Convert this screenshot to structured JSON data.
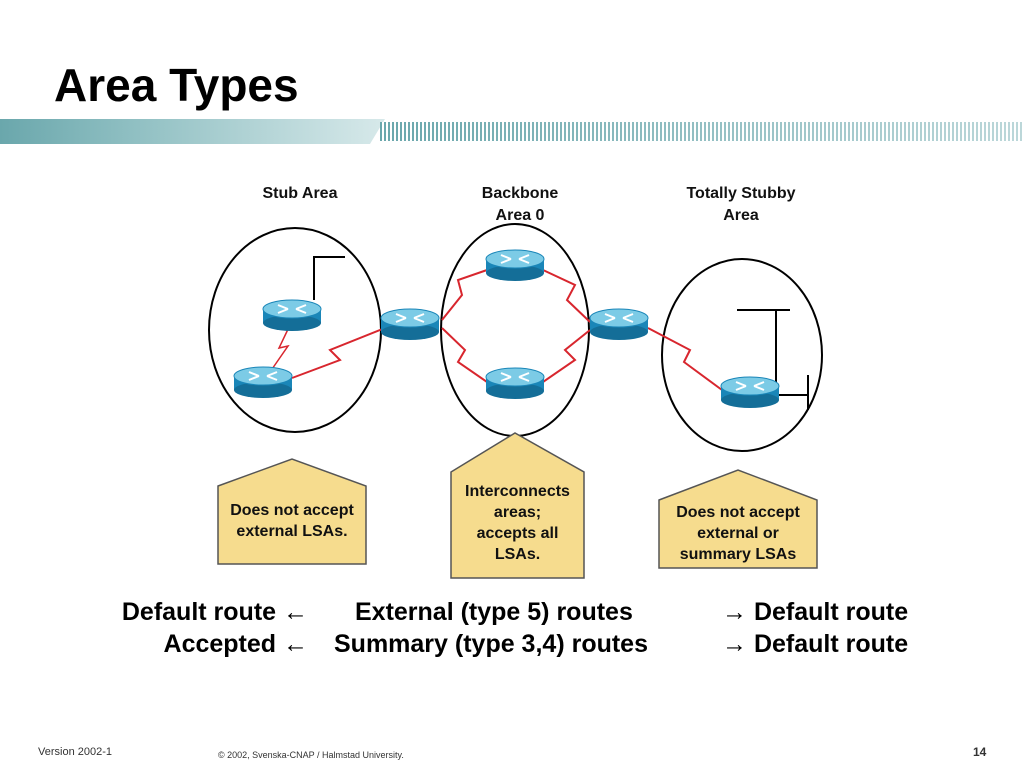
{
  "slide": {
    "title": "Area Types"
  },
  "areas": {
    "stub": {
      "label": "Stub Area"
    },
    "backbone": {
      "label_line1": "Backbone",
      "label_line2": "Area 0"
    },
    "totally_stubby": {
      "label_line1": "Totally Stubby",
      "label_line2": "Area"
    }
  },
  "callouts": {
    "stub": {
      "line1": "Does not accept",
      "line2": "external LSAs."
    },
    "backbone": {
      "line1": "Interconnects",
      "line2": "areas;",
      "line3": "accepts all",
      "line4": "LSAs."
    },
    "totally_stubby": {
      "line1": "Does not accept",
      "line2": "external or",
      "line3": "summary LSAs"
    }
  },
  "route_info": {
    "row1": {
      "left": "Default route ",
      "middle": "External (type 5) routes",
      "right": " Default route"
    },
    "row2": {
      "left": "Accepted ",
      "middle": "Summary (type 3,4) routes",
      "right": " Default route"
    },
    "arrow_left": "←",
    "arrow_right": "→"
  },
  "footer": {
    "version": "Version 2002-1",
    "copyright": "© 2002, Svenska-CNAP / Halmstad University.",
    "page": "14"
  },
  "colors": {
    "router_top": "#7ccbe6",
    "router_side": "#1a86b8",
    "link_red": "#d8262e",
    "callout_fill": "#f6dc8e",
    "callout_border": "#555555",
    "bar_teal": "#6aa7ac"
  }
}
